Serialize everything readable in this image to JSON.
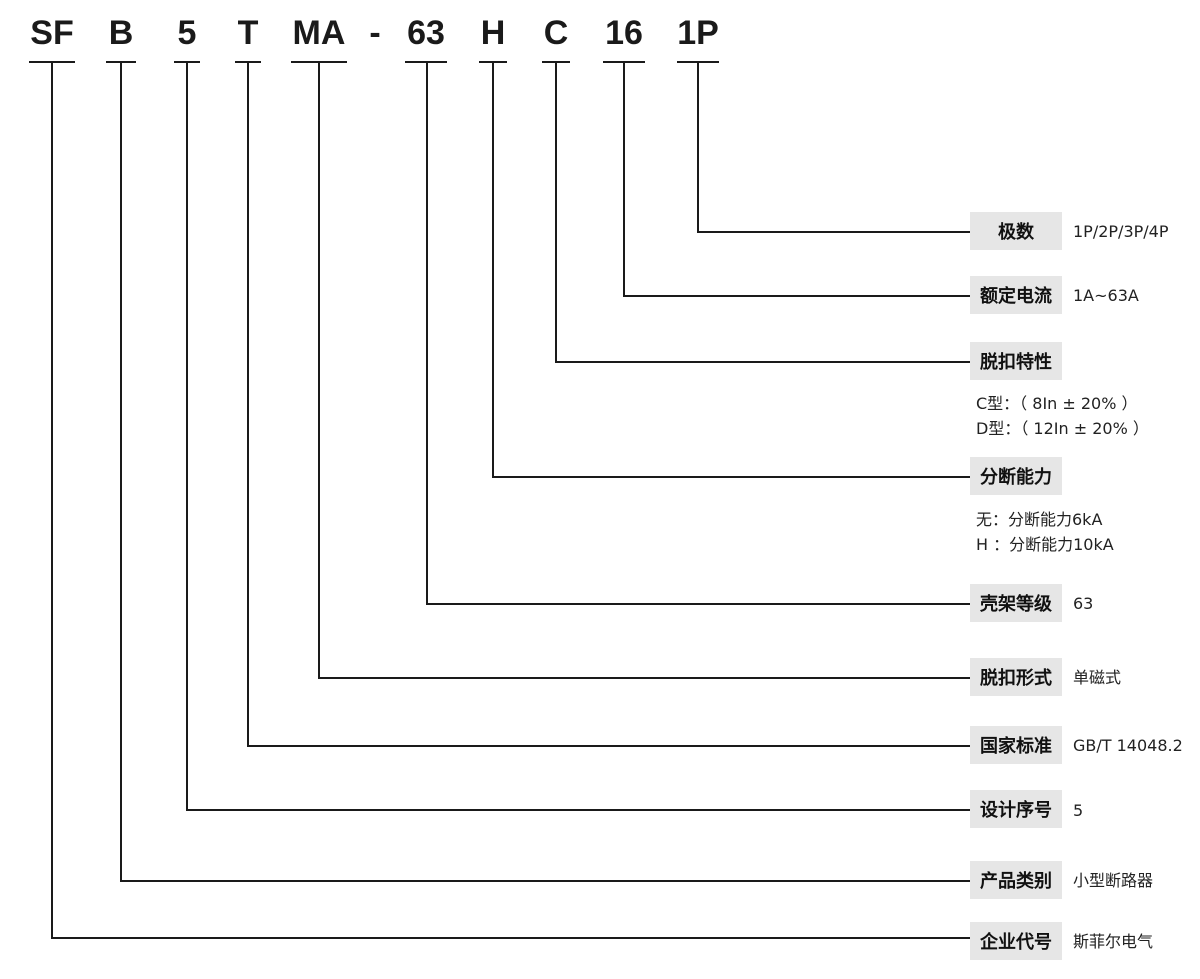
{
  "model_code": {
    "segments": [
      "SF",
      "B",
      "5",
      "T",
      "MA",
      "-",
      "63",
      "H",
      "C",
      "16",
      "1P"
    ]
  },
  "fields": [
    {
      "label": "极数",
      "value": "1P/2P/3P/4P"
    },
    {
      "label": "额定电流",
      "value": "1A~63A"
    },
    {
      "label": "脱扣特性",
      "value": "",
      "notes": [
        "C型：（ 8In ± 20% ）",
        "D型：（ 12In ± 20% ）"
      ]
    },
    {
      "label": "分断能力",
      "value": "",
      "notes": [
        "无：分断能力6kA",
        "H ：分断能力10kA"
      ]
    },
    {
      "label": "壳架等级",
      "value": "63"
    },
    {
      "label": "脱扣形式",
      "value": "单磁式"
    },
    {
      "label": "国家标准",
      "value": "GB/T 14048.2"
    },
    {
      "label": "设计序号",
      "value": "5"
    },
    {
      "label": "产品类别",
      "value": "小型断路器"
    },
    {
      "label": "企业代号",
      "value": "斯菲尔电气"
    }
  ]
}
